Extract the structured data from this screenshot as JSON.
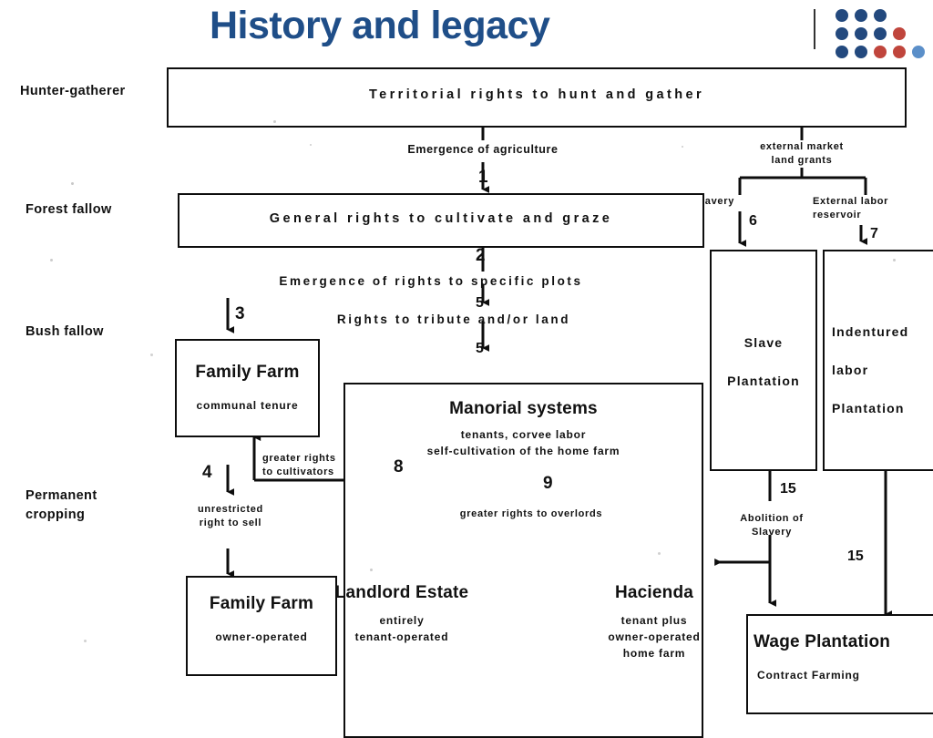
{
  "slide": {
    "title": "History and legacy",
    "title_color": "#1F4E88"
  },
  "logo": {
    "name": "dot-grid-logo",
    "colors": {
      "dark_blue": "#23497E",
      "red": "#C0453C",
      "light_blue": "#5B8FC9"
    },
    "rows": [
      [
        "dark_blue",
        "dark_blue",
        "dark_blue"
      ],
      [
        "dark_blue",
        "dark_blue",
        "dark_blue",
        "red"
      ],
      [
        "dark_blue",
        "dark_blue",
        "red",
        "red",
        "light_blue"
      ]
    ]
  },
  "diagram": {
    "stage_labels": [
      {
        "id": "hunter-gatherer",
        "text": "Hunter-gatherer"
      },
      {
        "id": "forest-fallow",
        "text": "Forest fallow"
      },
      {
        "id": "bush-fallow",
        "text": "Bush fallow"
      },
      {
        "id": "permanent-cropping",
        "text": "Permanent\ncropping"
      }
    ],
    "boxes": [
      {
        "id": "territorial-rights",
        "title": "Territorial rights to hunt and gather",
        "sub": ""
      },
      {
        "id": "general-rights",
        "title": "General rights to cultivate and graze",
        "sub": ""
      },
      {
        "id": "family-farm-communal",
        "title": "Family Farm",
        "sub": "communal tenure"
      },
      {
        "id": "manorial-systems",
        "title": "Manorial systems",
        "sub": "tenants, corvee labor\nself-cultivation of the home farm"
      },
      {
        "id": "family-farm-owner",
        "title": "Family Farm",
        "sub": "owner-operated"
      },
      {
        "id": "landlord-estate",
        "title": "Landlord Estate",
        "sub": "entirely\ntenant-operated"
      },
      {
        "id": "hacienda",
        "title": "Hacienda",
        "sub": "tenant plus\nowner-operated\nhome farm"
      },
      {
        "id": "slave-plantation",
        "title": "Slave\n\nPlantation",
        "sub": ""
      },
      {
        "id": "indentured-plantation",
        "title": "Indentured\n\nlabor\n\nPlantation",
        "sub": ""
      },
      {
        "id": "wage-plantation",
        "title": "Wage Plantation",
        "sub": "Contract Farming"
      }
    ],
    "transitions": [
      {
        "id": "emergence-of-agriculture",
        "text": "Emergence of agriculture",
        "number": "1"
      },
      {
        "id": "external-market-land-grants",
        "text": "external market\nland grants",
        "number": ""
      },
      {
        "id": "slavery",
        "text": "Slavery",
        "number": "6"
      },
      {
        "id": "external-labor-reservoir",
        "text": "External labor\nreservoir",
        "number": "7"
      },
      {
        "id": "emergence-specific-plots",
        "text": "Emergence of rights to specific plots",
        "number": "2"
      },
      {
        "id": "rights-to-tribute",
        "text": "Rights to tribute and/or land",
        "number": "5"
      },
      {
        "id": "to-specific-plots-arrow",
        "text": "",
        "number": "5"
      },
      {
        "id": "to-family-farm-communal",
        "text": "",
        "number": "3"
      },
      {
        "id": "unrestricted-right-to-sell",
        "text": "unrestricted\nright to sell",
        "number": "4"
      },
      {
        "id": "greater-rights-to-cultivators",
        "text": "greater rights\nto cultivators",
        "number": "8"
      },
      {
        "id": "greater-rights-to-overlords",
        "text": "greater rights to overlords",
        "number": "9"
      },
      {
        "id": "abolition-of-slavery",
        "text": "Abolition of\nSlavery",
        "number": "15"
      },
      {
        "id": "indentured-to-wage",
        "text": "",
        "number": "15"
      }
    ],
    "numbers": [
      "1",
      "2",
      "3",
      "4",
      "5",
      "5",
      "6",
      "7",
      "8",
      "9",
      "15",
      "15"
    ]
  }
}
